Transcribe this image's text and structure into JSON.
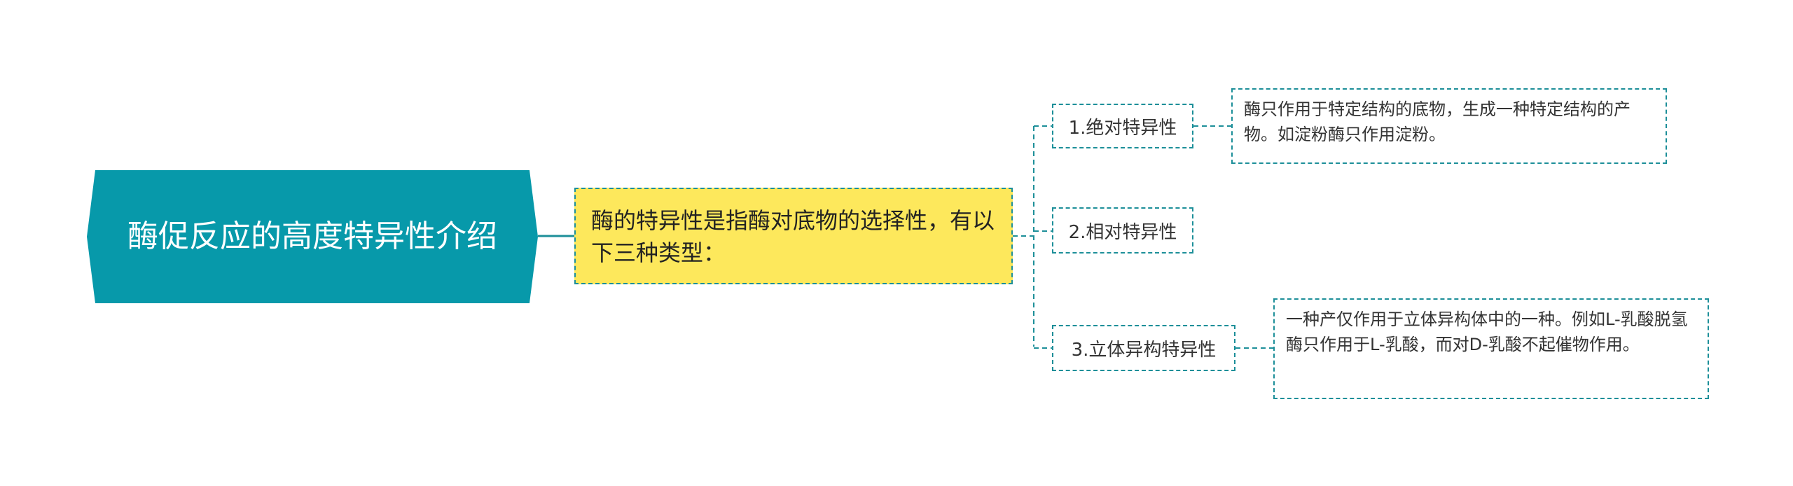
{
  "colors": {
    "root_fill": "#0799aa",
    "main_fill": "#fde85c",
    "line": "#1d8f99"
  },
  "root": {
    "text": "酶促反应的高度特异性介绍"
  },
  "main": {
    "text": "酶的特异性是指酶对底物的选择性，有以下三种类型："
  },
  "branches": [
    {
      "label": "1.绝对特异性",
      "detail": "酶只作用于特定结构的底物，生成一种特定结构的产物。如淀粉酶只作用淀粉。"
    },
    {
      "label": "2.相对特异性"
    },
    {
      "label": "3.立体异构特异性",
      "detail": "一种产仅作用于立体异构体中的一种。例如L-乳酸脱氢酶只作用于L-乳酸，而对D-乳酸不起催物作用。"
    }
  ]
}
